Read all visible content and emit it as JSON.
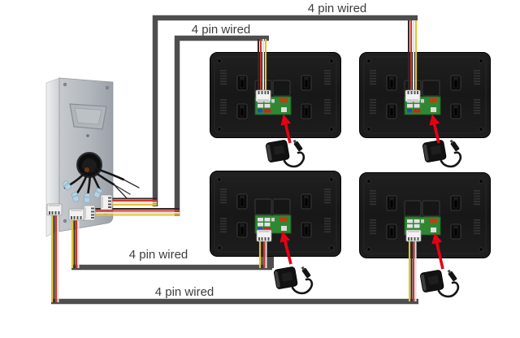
{
  "diagram": {
    "type": "wiring-diagram",
    "description": "Video door phone wiring: one outdoor door station connected by 4-pin cables to four indoor monitors, each with its own power adapter",
    "background": "#ffffff"
  },
  "labels": {
    "wire_top": "4 pin wired",
    "wire_inner": "4 pin wired",
    "wire_mid": "4 pin wired",
    "wire_bottom": "4 pin wired"
  },
  "components": {
    "door_station": "outdoor door station (gray, rear view with cable fan-out)",
    "monitors": [
      "indoor monitor 1 (top left)",
      "indoor monitor 2 (top right)",
      "indoor monitor 3 (bottom left)",
      "indoor monitor 4 (bottom right)"
    ],
    "power_adapters": 4,
    "pcb": "green connector PCB on monitor back",
    "red_arrow": "power input indicator arrow",
    "wire_colors": [
      "black",
      "red",
      "white",
      "yellow"
    ]
  },
  "colors": {
    "cable_sheath": "#4e4e4e",
    "wire_black": "#2b2b2b",
    "wire_red": "#d2342a",
    "wire_white": "#e0e0e0",
    "wire_yellow": "#e4c32c",
    "arrow_red": "#e60012",
    "pcb_green": "#2f8733",
    "monitor_black": "#181818",
    "station_gray": "#b5bac0",
    "label_text": "#3d3d3d"
  }
}
